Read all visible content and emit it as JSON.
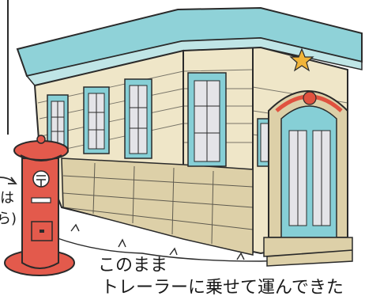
{
  "caption": {
    "line1": "このまま",
    "line2": "トレーラーに乗せて運んできた"
  },
  "side_note": {
    "char1": "は",
    "char2": "ら)"
  },
  "colors": {
    "wall": "#efe6c8",
    "wall_shadow": "#ddd0a8",
    "roof_trim": "#8fd2d8",
    "window_frame": "#86cfd6",
    "window_glass": "#e4e4e8",
    "mailbox": "#e35a4c",
    "ornament_gold": "#f0b43a",
    "ornament_red": "#e0523f",
    "ink": "#2a2a2a"
  },
  "icons": {
    "emblem": "gold-star-emblem-icon",
    "mailbox_mark": "postal-mark-icon"
  }
}
